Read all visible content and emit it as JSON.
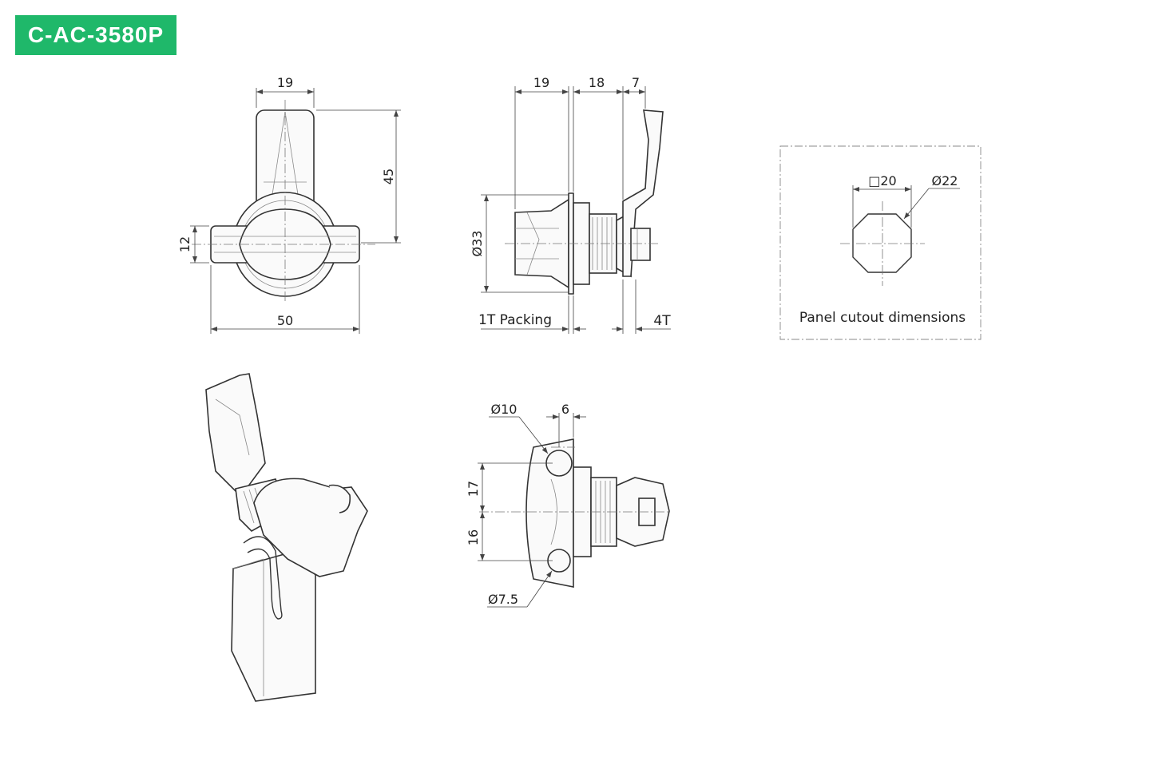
{
  "header": {
    "model": "C-AC-3580P"
  },
  "front_view": {
    "width": "19",
    "height": "45",
    "bar_height": "12",
    "total_width": "50"
  },
  "side_view": {
    "d1": "19",
    "d2": "18",
    "d3": "7",
    "diameter": "Ø33",
    "packing": "1T Packing",
    "thickness": "4T"
  },
  "cutout": {
    "square": "□20",
    "diameter": "Ø22",
    "caption": "Panel cutout dimensions"
  },
  "bottom_view": {
    "hole_large": "Ø10",
    "offset": "6",
    "upper": "17",
    "lower": "16",
    "hole_small": "Ø7.5"
  },
  "colors": {
    "badge": "#1fb86a",
    "line": "#333333"
  }
}
